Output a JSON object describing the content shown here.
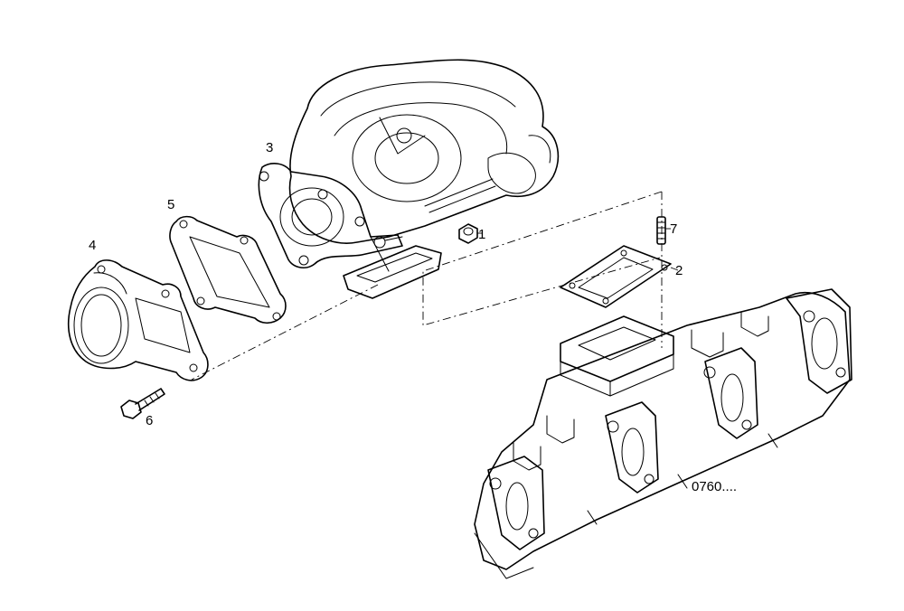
{
  "callouts": {
    "nut": "1",
    "gasket_manifold": "2",
    "turbocharger": "3",
    "outlet_elbow": "4",
    "gasket_elbow": "5",
    "bolt": "6",
    "stud": "7"
  },
  "drawing_code": "0760...."
}
